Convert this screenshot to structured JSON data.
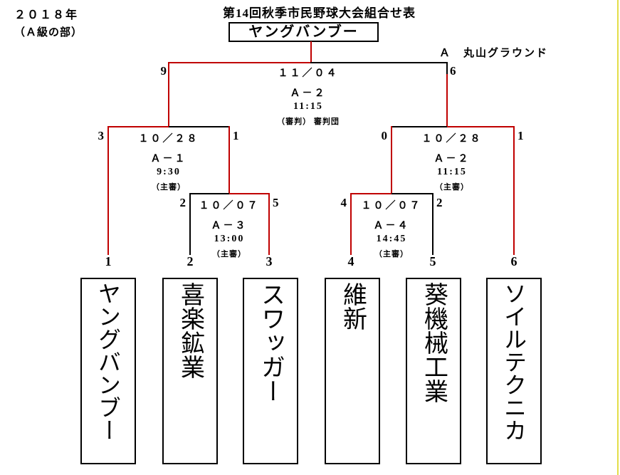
{
  "header": {
    "year": "２０１８年",
    "division": "（Ａ級の部）",
    "title": "第14回秋季市民野球大会組合せ表",
    "champion": "ヤングバンブー",
    "venue": "Ａ　丸山グラウンド"
  },
  "colors": {
    "winner_path_red": "#c00000",
    "bracket_black": "#000000",
    "right_edge_yellow": "#e3de48"
  },
  "matches": {
    "final": {
      "date": "１１／０４",
      "code": "Ａ－２",
      "time": "11:15",
      "officials": "（審判） 審判団",
      "left_score": "9",
      "right_score": "6"
    },
    "semifinal1": {
      "date": "１０／２８",
      "code": "Ａ－１",
      "time": "9:30",
      "officials": "（主審）",
      "left_score": "3",
      "right_score": "1"
    },
    "semifinal2": {
      "date": "１０／２８",
      "code": "Ａ－２",
      "time": "11:15",
      "officials": "（主審）",
      "left_score": "0",
      "right_score": "1"
    },
    "match3": {
      "date": "１０／０７",
      "code": "Ａ－３",
      "time": "13:00",
      "officials": "（主審）",
      "left_score": "2",
      "right_score": "5"
    },
    "match4": {
      "date": "１０／０７",
      "code": "Ａ－４",
      "time": "14:45",
      "officials": "（主審）",
      "left_score": "4",
      "right_score": "2"
    }
  },
  "teams": [
    {
      "seed": "1",
      "name": "ヤングバンブー"
    },
    {
      "seed": "2",
      "name": "喜楽鉱業"
    },
    {
      "seed": "3",
      "name": "スワッガー"
    },
    {
      "seed": "4",
      "name": "維新"
    },
    {
      "seed": "5",
      "name": "葵機械工業"
    },
    {
      "seed": "6",
      "name": "ソイルテクニカ"
    }
  ]
}
